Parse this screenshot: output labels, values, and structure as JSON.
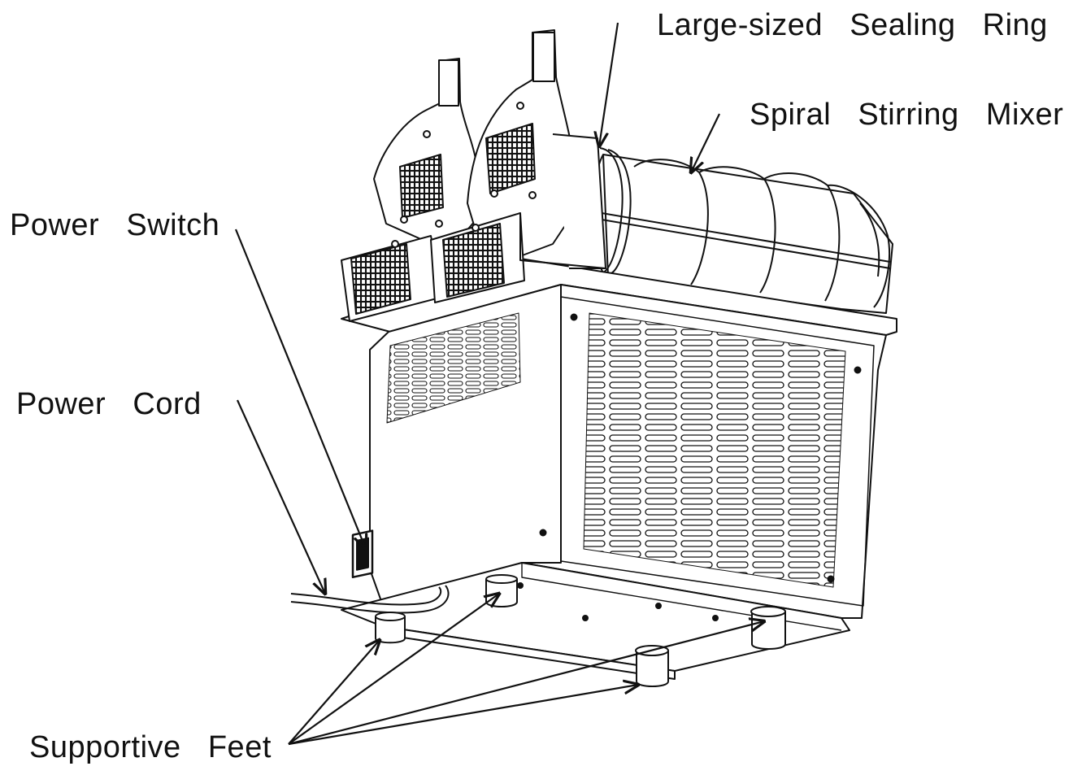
{
  "labels": {
    "sealing_ring": "Large-sized   Sealing   Ring",
    "spiral_mixer": "Spiral   Stirring   Mixer",
    "power_switch": "Power   Switch",
    "power_cord": "Power   Cord",
    "supportive_feet": "Supportive   Feet"
  },
  "colors": {
    "line": "#111111",
    "fill": "#ffffff",
    "background": "#ffffff"
  }
}
